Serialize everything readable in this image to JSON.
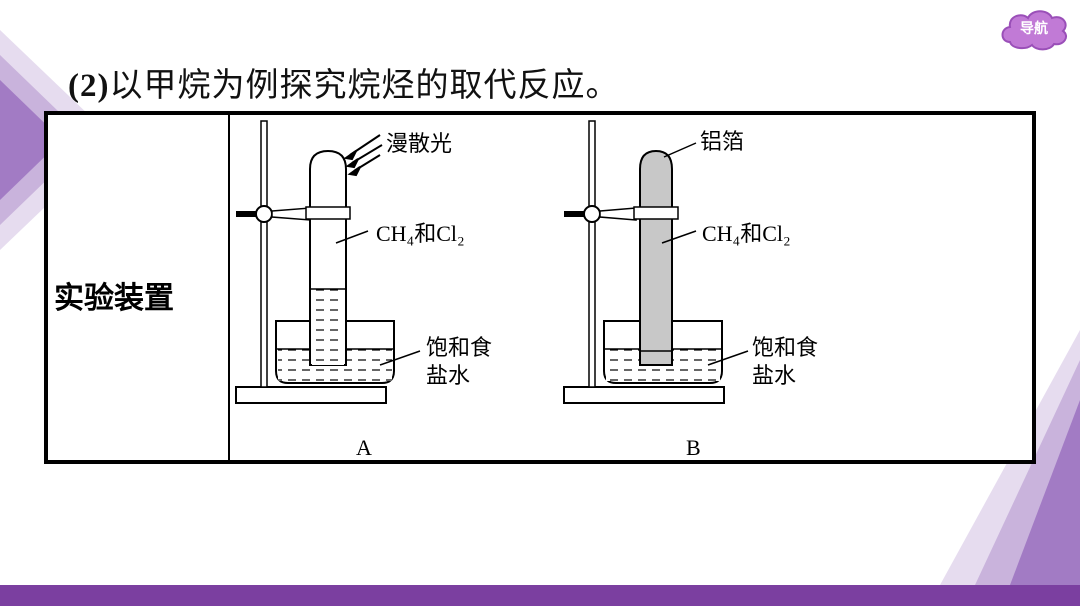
{
  "slide": {
    "title_number": "(2)",
    "title_text": "以甲烷为例探究烷烃的取代反应。",
    "nav_label": "导航"
  },
  "table": {
    "row_label": "实验装置",
    "apparatus_a": {
      "caption": "A",
      "light_label": "漫散光",
      "gas_label": "CH₄和Cl₂",
      "solution_label_line1": "饱和食",
      "solution_label_line2": "盐水"
    },
    "apparatus_b": {
      "caption": "B",
      "cover_label": "铝箔",
      "gas_label": "CH₄和Cl₂",
      "solution_label_line1": "饱和食",
      "solution_label_line2": "盐水"
    }
  },
  "colors": {
    "accent": "#7b3fa0",
    "accent_light": "#c9b3dc",
    "nav_fill": "#c17ad6",
    "tube_gray": "#c8c8c8"
  }
}
